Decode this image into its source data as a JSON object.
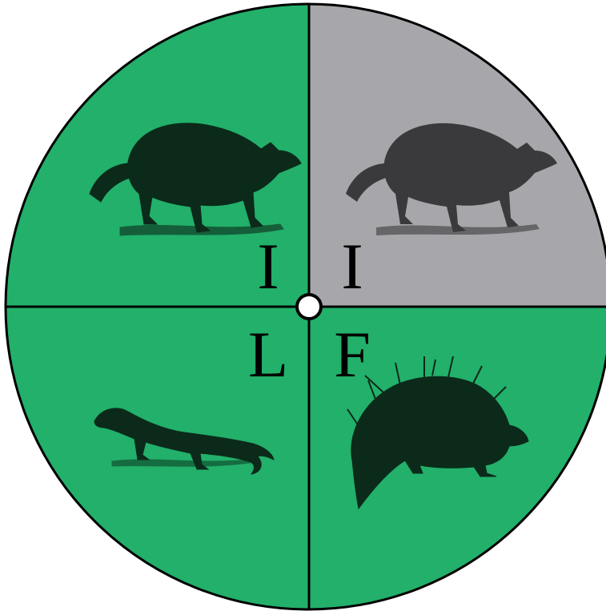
{
  "colors": {
    "active": "#22B06A",
    "inactive": "#A7A7AB",
    "ink": "#0B2A1A",
    "border": "#000000",
    "hub": "#FFFFFF"
  },
  "quadrants": [
    {
      "position": "top-left",
      "label": "I",
      "animal": "raccoon",
      "state": "green"
    },
    {
      "position": "top-right",
      "label": "I",
      "animal": "raccoon",
      "state": "gray"
    },
    {
      "position": "bottom-left",
      "label": "L",
      "animal": "weasel",
      "state": "green"
    },
    {
      "position": "bottom-right",
      "label": "F",
      "animal": "porcupine",
      "state": "green"
    }
  ]
}
